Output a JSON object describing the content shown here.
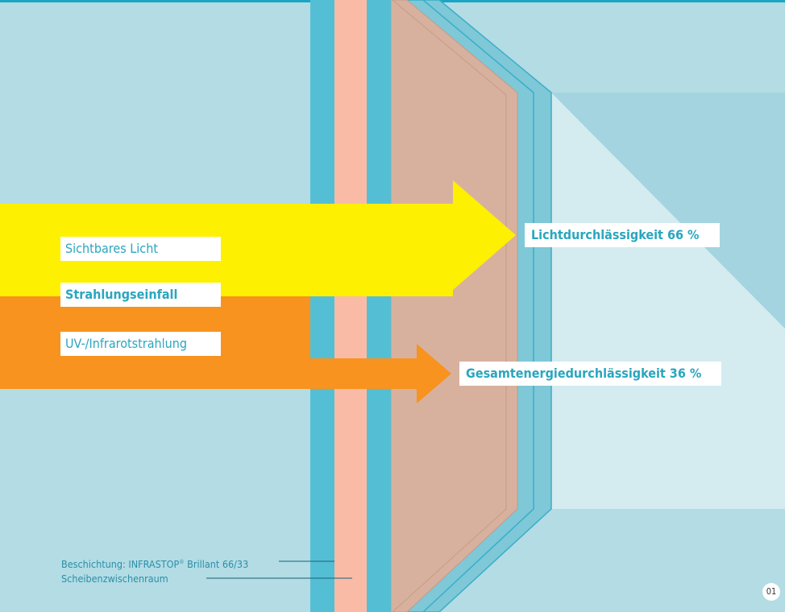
{
  "incoming": {
    "visible_light": "Sichtbares Licht",
    "radiation": "Strahlungseinfall",
    "uv_infrared": "UV-/Infrarotstrahlung"
  },
  "transmitted": {
    "light": "Lichtdurchlässigkeit 66 %",
    "energy": "Gesamtenergiedurchlässigkeit 36 %"
  },
  "legend": {
    "coating_prefix": "Beschichtung: INFRASTOP",
    "coating_mark": "®",
    "coating_suffix": " Brillant 66/33",
    "gap": "Scheibenzwischenraum"
  },
  "page_number": "01",
  "colors": {
    "background": "#b3dce4",
    "glass": "#54bfd4",
    "coating": "#f9bba6",
    "glass_face": "#d8b19e",
    "visible_light": "#fdf000",
    "uv_infrared": "#f7931e",
    "label_text": "#2aa6bf"
  }
}
